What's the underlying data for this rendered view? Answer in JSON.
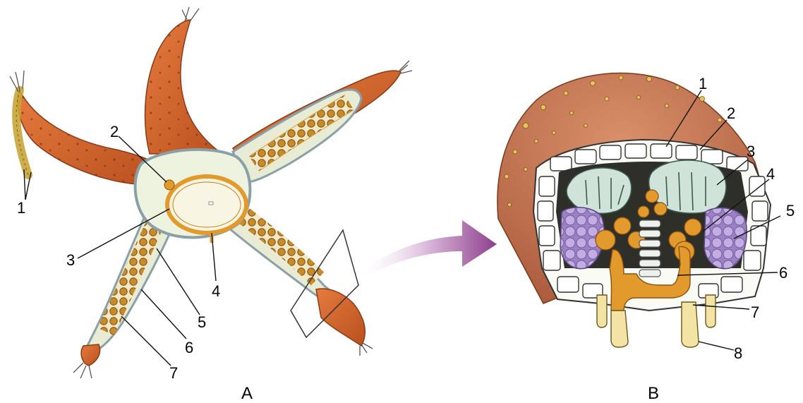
{
  "panel_a": {
    "caption": "A",
    "labels": [
      "1",
      "2",
      "3",
      "4",
      "5",
      "6",
      "7"
    ]
  },
  "panel_b": {
    "caption": "B",
    "labels": [
      "1",
      "2",
      "3",
      "4",
      "5",
      "6",
      "7",
      "8"
    ]
  },
  "colors": {
    "skin": "#d9692f",
    "skin_dark": "#b84a1c",
    "cavity": "#eef3df",
    "ring": "#e39a2c",
    "gonad": "#c98a28",
    "gill": "#cfe3d8",
    "violet": "#b49ad8",
    "arrow": "#8e3f8c",
    "frame": "#fbfbf6"
  }
}
